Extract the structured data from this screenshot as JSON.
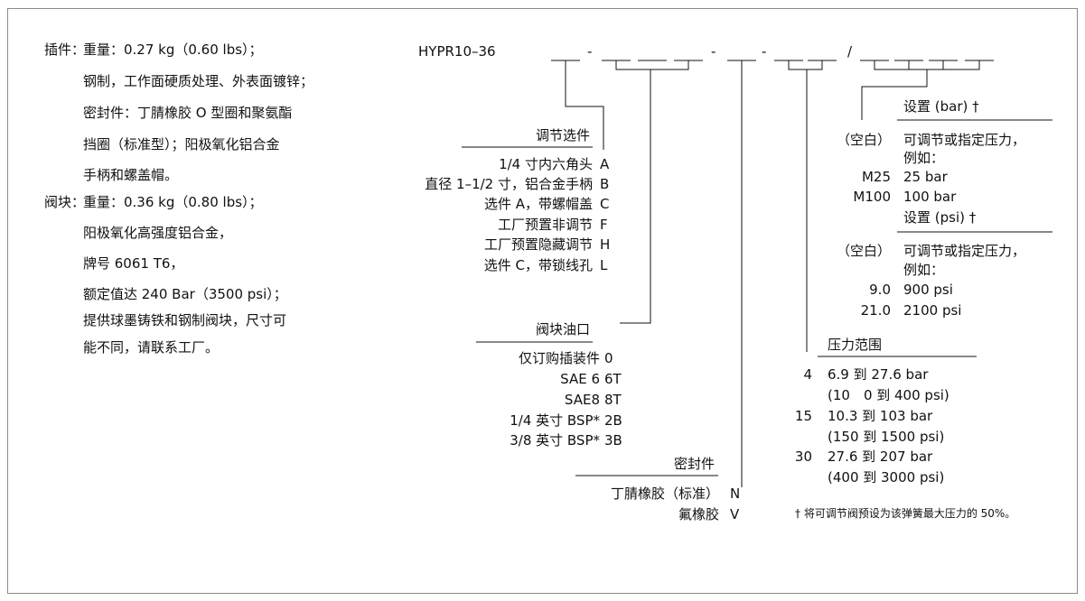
{
  "left": {
    "cartridge_label": "插件：",
    "cartridge_lines": [
      "重量：0.27 kg（0.60 lbs）；",
      "钢制，工作面硬质处理、外表面镀锌；",
      "密封件：丁腈橡胶 O 型圈和聚氨酯",
      "挡圈（标准型）；阳极氧化铝合金",
      "手柄和螺盖帽。"
    ],
    "body_label": "阀块：",
    "body_lines": [
      "重量：0.36 kg（0.80 lbs）；",
      "阳极氧化高强度铝合金，",
      "牌号 6061 T6，",
      "额定值达 240 Bar（3500 psi）；",
      "提供球墨铸铁和钢制阀块，尺寸可",
      "能不同，请联系工厂。"
    ]
  },
  "code": {
    "model": "HYPR10–36",
    "dash1": "-",
    "dash2": "-",
    "dash3": "-",
    "slash": "/"
  },
  "adjustment": {
    "title": "调节选件",
    "items": [
      {
        "label": "1/4 寸内六角头",
        "code": "A"
      },
      {
        "label": "直径 1–1/2 寸，铝合金手柄",
        "code": "B"
      },
      {
        "label": "选件 A，带螺帽盖",
        "code": "C"
      },
      {
        "label": "工厂预置非调节",
        "code": "F"
      },
      {
        "label": "工厂预置隐藏调节",
        "code": "H"
      },
      {
        "label": "选件 C，带锁线孔",
        "code": "L"
      }
    ]
  },
  "ports": {
    "title": "阀块油口",
    "items": [
      {
        "label": "仅订购插装件",
        "code": "0"
      },
      {
        "label": "SAE 6",
        "code": "6T"
      },
      {
        "label": "SAE8",
        "code": "8T"
      },
      {
        "label": "1/4 英寸 BSP*",
        "code": "2B"
      },
      {
        "label": "3/8 英寸 BSP*",
        "code": "3B"
      }
    ]
  },
  "seals": {
    "title": "密封件",
    "items": [
      {
        "label": "丁腈橡胶（标准）",
        "code": "N"
      },
      {
        "label": "氟橡胶",
        "code": "V"
      }
    ]
  },
  "setting": {
    "bar_title": "设置 (bar) †",
    "bar_rows": [
      {
        "code": "（空白）",
        "desc": "可调节或指定压力，"
      },
      {
        "code": "",
        "desc": "例如："
      },
      {
        "code": "M25",
        "desc": "25 bar"
      },
      {
        "code": "M100",
        "desc": "100 bar"
      }
    ],
    "psi_title": "设置 (psi) †",
    "psi_rows": [
      {
        "code": "（空白）",
        "desc": "可调节或指定压力，"
      },
      {
        "code": "",
        "desc": "例如："
      },
      {
        "code": "9.0",
        "desc": "900 psi"
      },
      {
        "code": "21.0",
        "desc": "2100 psi"
      }
    ]
  },
  "pressure": {
    "title": "压力范围",
    "rows": [
      {
        "code": "4",
        "line1": "6.9 到 27.6 bar",
        "line2": "(10　0 到 400 psi)"
      },
      {
        "code": "15",
        "line1": "10.3 到 103 bar",
        "line2": "(150 到 1500 psi)"
      },
      {
        "code": "30",
        "line1": "27.6 到 207 bar",
        "line2": "(400 到 3000 psi)"
      }
    ]
  },
  "footnote": "† 将可调节阀预设为该弹簧最大压力的 50%。"
}
